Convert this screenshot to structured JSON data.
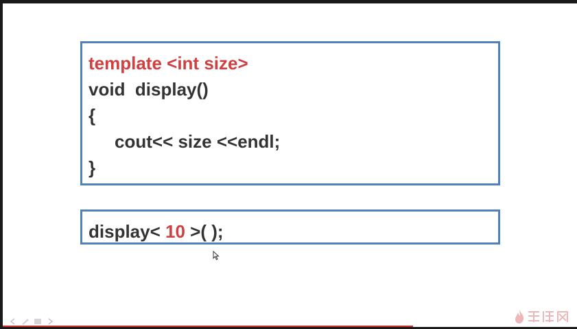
{
  "code_block_1": {
    "line1": "template <int size>",
    "line2": "void  display()",
    "line3": "{",
    "line4": "cout<< size <<endl;",
    "line5": "}"
  },
  "code_block_2": {
    "prefix": "display< ",
    "value": "10",
    "suffix": " >( );"
  },
  "colors": {
    "border": "#4f81bd",
    "keyword_red": "#d04040",
    "text": "#333333"
  },
  "watermark": {
    "icon": "flame-logo-icon"
  },
  "nav_controls": [
    "prev-icon",
    "pen-icon",
    "menu-icon",
    "next-icon"
  ]
}
